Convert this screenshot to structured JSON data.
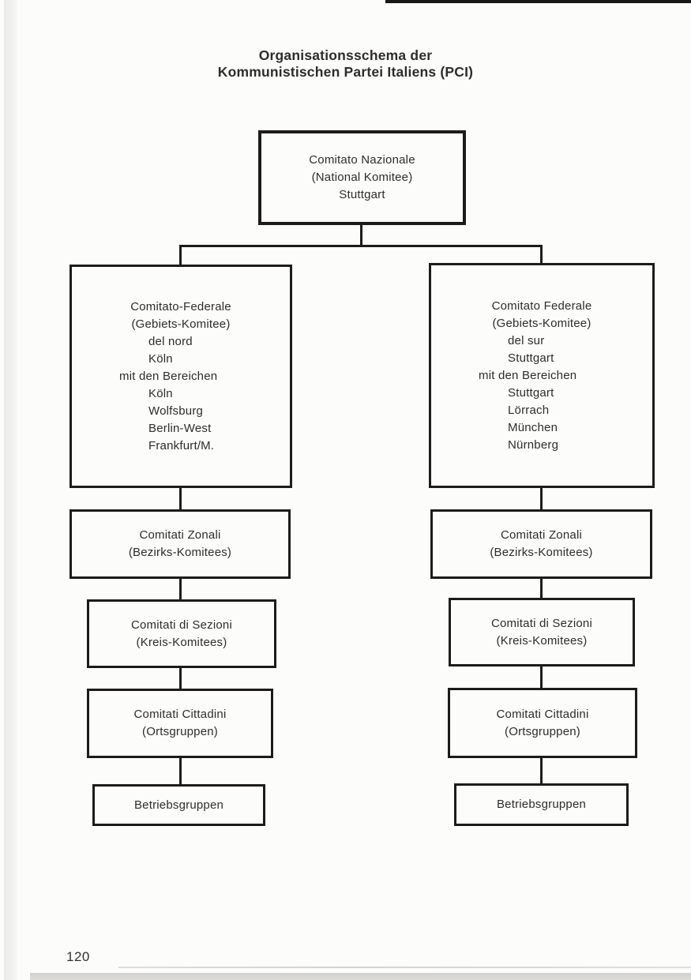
{
  "colors": {
    "ink": "#1d1c1a",
    "text": "#2e2d2a",
    "paper": "#fcfcfb"
  },
  "header": {
    "title_line1": "Organisationsschema der",
    "title_line2": "Kommunistischen Partei Italiens (PCI)"
  },
  "footer": {
    "page_number": "120"
  },
  "diagram": {
    "national": {
      "l1": "Comitato Nazionale",
      "l2": "(National Komitee)",
      "l3": "Stuttgart"
    },
    "left": {
      "federale": {
        "l1": "Comitato-Federale",
        "l2": "(Gebiets-Komitee)",
        "l3": "del nord",
        "l4": "Köln",
        "l5": "mit den Bereichen",
        "l6": "Köln",
        "l7": "Wolfsburg",
        "l8": "Berlin-West",
        "l9": "Frankfurt/M."
      },
      "zonali": {
        "l1": "Comitati Zonali",
        "l2": "(Bezirks-Komitees)"
      },
      "sezioni": {
        "l1": "Comitati di Sezioni",
        "l2": "(Kreis-Komitees)"
      },
      "cittadini": {
        "l1": "Comitati Cittadini",
        "l2": "(Ortsgruppen)"
      },
      "betriebsgruppen": "Betriebsgruppen"
    },
    "right": {
      "federale": {
        "l1": "Comitato Federale",
        "l2": "(Gebiets-Komitee)",
        "l3": "del sur",
        "l4": "Stuttgart",
        "l5": "mit den Bereichen",
        "l6": "Stuttgart",
        "l7": "Lörrach",
        "l8": "München",
        "l9": "Nürnberg"
      },
      "zonali": {
        "l1": "Comitati Zonali",
        "l2": "(Bezirks-Komitees)"
      },
      "sezioni": {
        "l1": "Comitati di Sezioni",
        "l2": "(Kreis-Komitees)"
      },
      "cittadini": {
        "l1": "Comitati Cittadini",
        "l2": "(Ortsgruppen)"
      },
      "betriebsgruppen": "Betriebsgruppen"
    }
  }
}
